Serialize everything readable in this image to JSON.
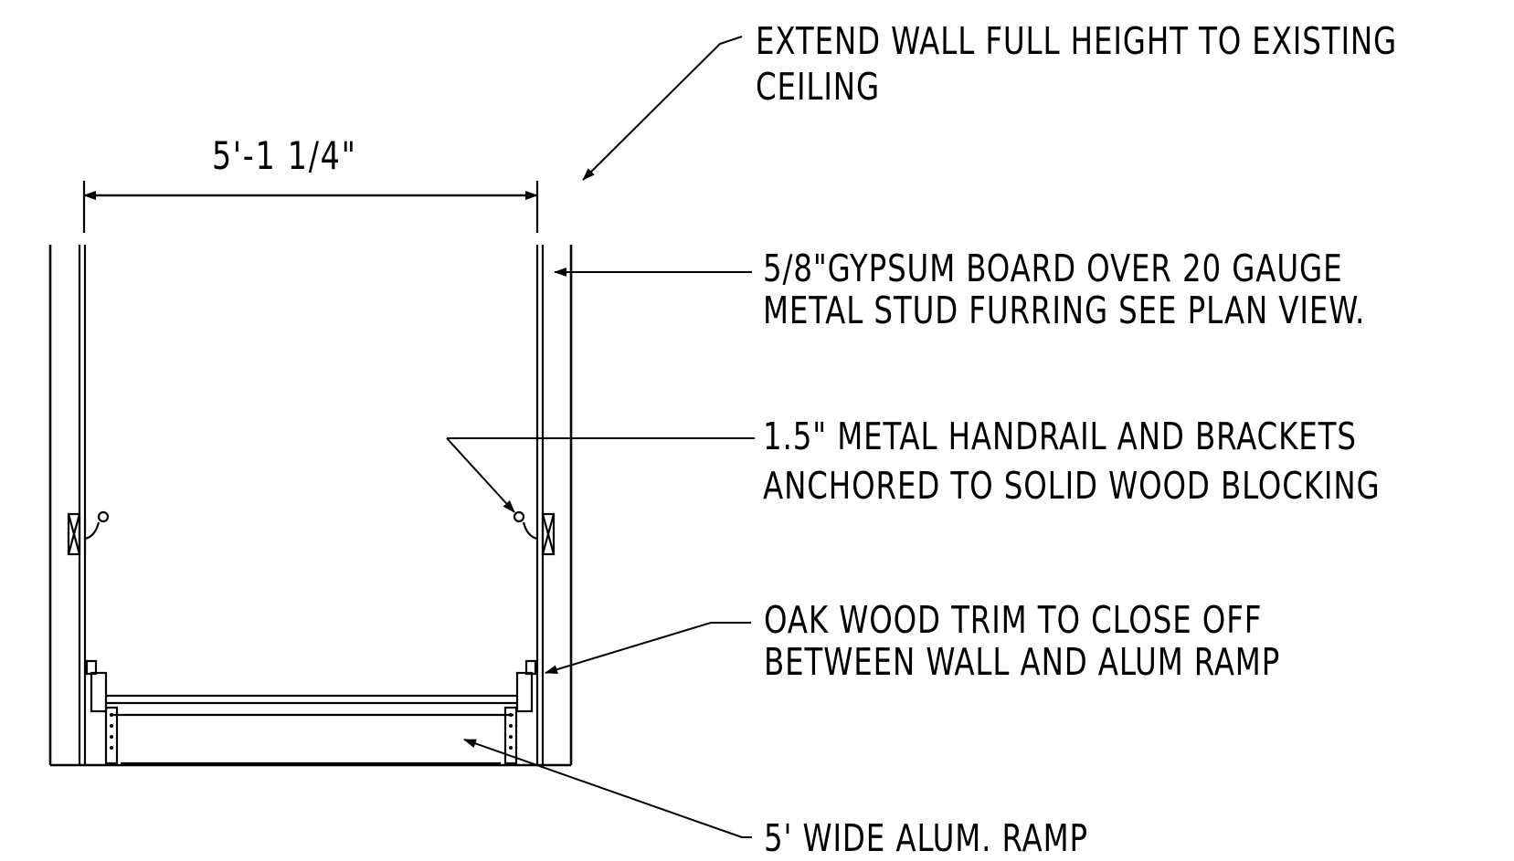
{
  "drawing": {
    "dimension": "5'-1 1/4\"",
    "notes": [
      {
        "lines": [
          "EXTEND  WALL  FULL  HEIGHT  TO  EXISTING",
          "CEILING"
        ]
      },
      {
        "lines": [
          "5/8\"GYPSUM  BOARD  OVER  20  GAUGE",
          "METAL  STUD  FURRING  SEE  PLAN  VIEW."
        ]
      },
      {
        "lines": [
          "1.5\"  METAL  HANDRAIL  AND  BRACKETS",
          "ANCHORED  TO  SOLID  WOOD  BLOCKING"
        ]
      },
      {
        "lines": [
          "OAK  WOOD  TRIM  TO  CLOSE  OFF",
          "BETWEEN  WALL  AND  ALUM  RAMP"
        ]
      },
      {
        "lines": [
          "5'  WIDE  ALUM.  RAMP"
        ]
      }
    ],
    "colors": {
      "ink": "#000000",
      "paper": "#ffffff"
    }
  }
}
